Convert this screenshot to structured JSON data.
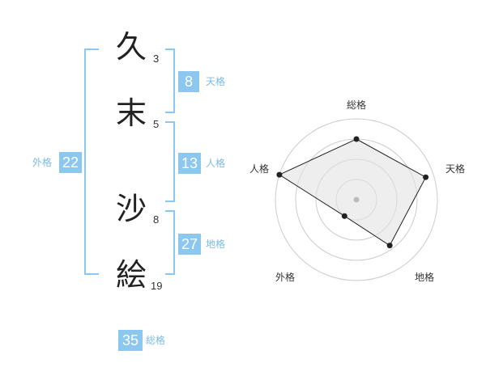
{
  "name": {
    "chars": [
      {
        "char": "久",
        "strokes": "3"
      },
      {
        "char": "末",
        "strokes": "5"
      },
      {
        "char": "沙",
        "strokes": "8"
      },
      {
        "char": "絵",
        "strokes": "19"
      }
    ]
  },
  "fortune": {
    "tenkaku": {
      "value": "8",
      "label": "天格"
    },
    "jinkaku": {
      "value": "13",
      "label": "人格"
    },
    "chikaku": {
      "value": "27",
      "label": "地格"
    },
    "gaikaku": {
      "value": "22",
      "label": "外格"
    },
    "soukaku": {
      "value": "35",
      "label": "総格"
    }
  },
  "radar": {
    "axes": [
      "総格",
      "天格",
      "地格",
      "外格",
      "人格"
    ],
    "values": [
      0.75,
      0.9,
      0.7,
      0.25,
      1.0
    ],
    "max": 1.0,
    "rings": 4,
    "colors": {
      "fill": "#e3e3e3",
      "line": "#222222",
      "ring": "#cccccc",
      "center": "#bbbbbb"
    }
  }
}
